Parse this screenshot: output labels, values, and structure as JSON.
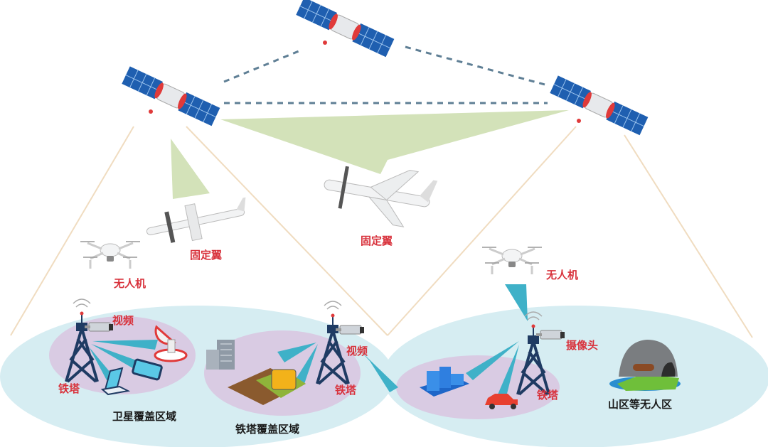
{
  "labels": {
    "fixed_wing_left": "固定翼",
    "fixed_wing_center": "固定翼",
    "drone_left": "无人机",
    "drone_right": "无人机",
    "video_left": "视频",
    "video_middle": "视频",
    "tower_left": "铁塔",
    "tower_middle": "铁塔",
    "tower_right": "铁塔",
    "camera_right": "摄像头",
    "satellite_coverage_area": "卫星覆盖区域",
    "tower_coverage_area": "铁塔覆盖区域",
    "mountain_unmanned_area": "山区等无人区"
  },
  "colors": {
    "label_red": "#d8323c",
    "zone_blue": "#d6edf2",
    "zone_purple": "#d9cbe3",
    "beam_teal": "#3fb1c8",
    "beam_green": "#d3e2b9",
    "link_dash": "#5f7f95",
    "coverage_line": "#f0dcc0"
  }
}
